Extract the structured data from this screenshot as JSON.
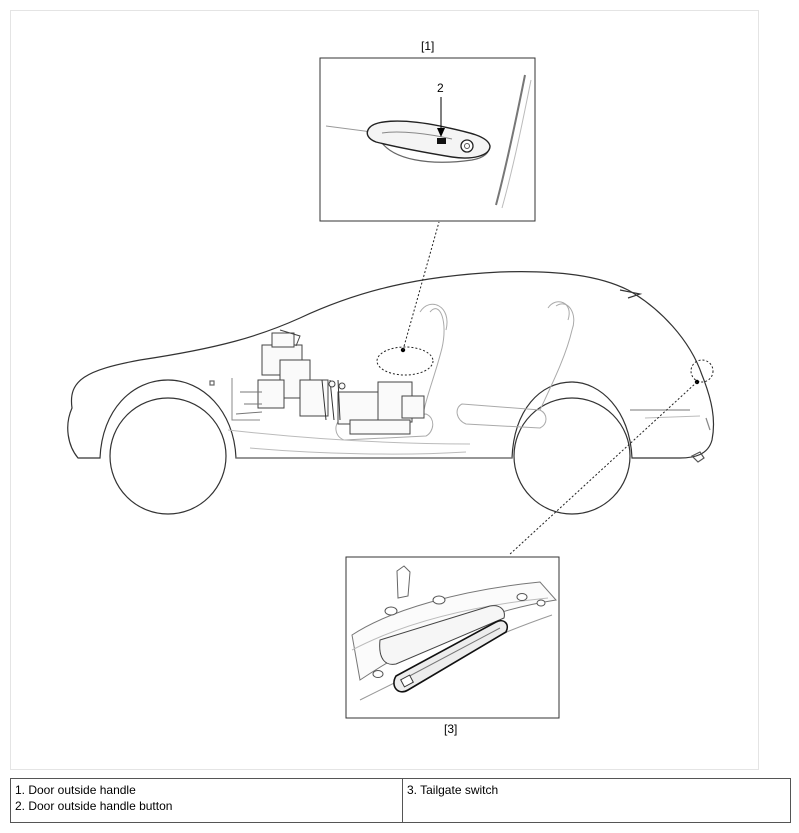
{
  "callouts": {
    "inset1_label": "[1]",
    "inset1_item_number": "2",
    "inset3_label": "[3]"
  },
  "legend": {
    "left": [
      "1. Door outside handle",
      "2. Door outside handle button"
    ],
    "right": [
      "3. Tailgate switch"
    ]
  }
}
